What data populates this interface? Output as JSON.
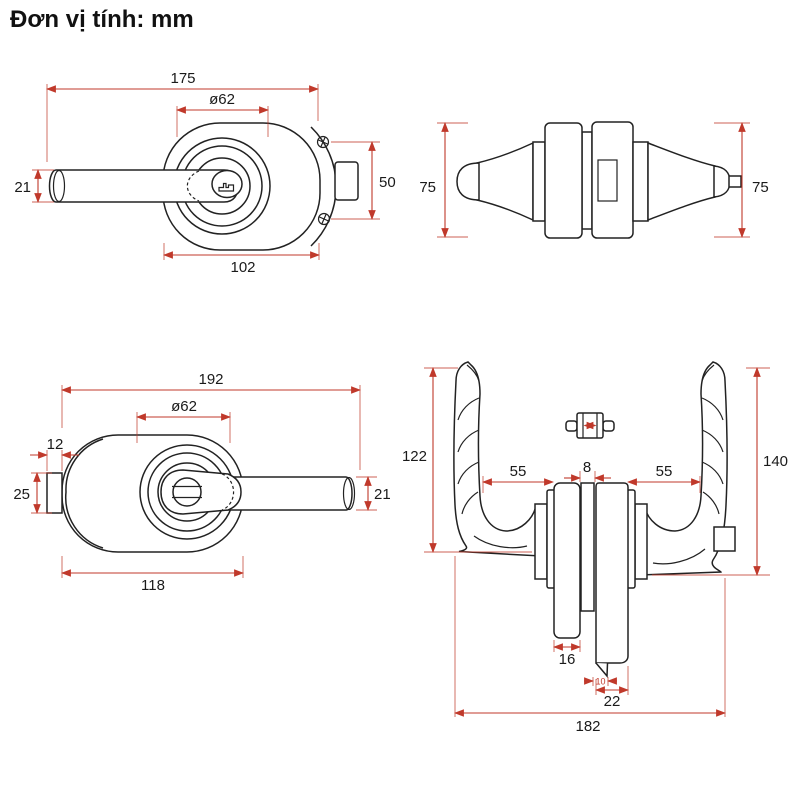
{
  "title": "Đơn vị tính: mm",
  "colors": {
    "outline": "#222222",
    "dimension_line": "#c0392b",
    "dimension_text": "#1a1a1a",
    "background": "#ffffff"
  },
  "views": {
    "exterior_side": {
      "label": "exterior side view with key cylinder",
      "dims": {
        "total_length": "175",
        "rose_diameter": "ø62",
        "lever_thickness": "21",
        "screw_spacing": "50",
        "body_length": "102"
      }
    },
    "edge_profile": {
      "label": "edge profile view",
      "dims": {
        "left_height": "75",
        "right_height": "75"
      }
    },
    "interior_side": {
      "label": "interior side view with thumbturn",
      "dims": {
        "total_length": "192",
        "rose_diameter": "ø62",
        "latch_depth": "12",
        "latch_height": "25",
        "lever_thickness": "21",
        "body_length": "118"
      }
    },
    "front": {
      "label": "front view with both levers",
      "dims": {
        "interior_lever_height": "122",
        "exterior_lever_height": "140",
        "left_lever_reach": "55",
        "spindle_width": "8",
        "right_lever_reach": "55",
        "plate_width": "16",
        "tip_angle": "10",
        "latch_plate_width": "22",
        "total_width": "182"
      }
    }
  }
}
